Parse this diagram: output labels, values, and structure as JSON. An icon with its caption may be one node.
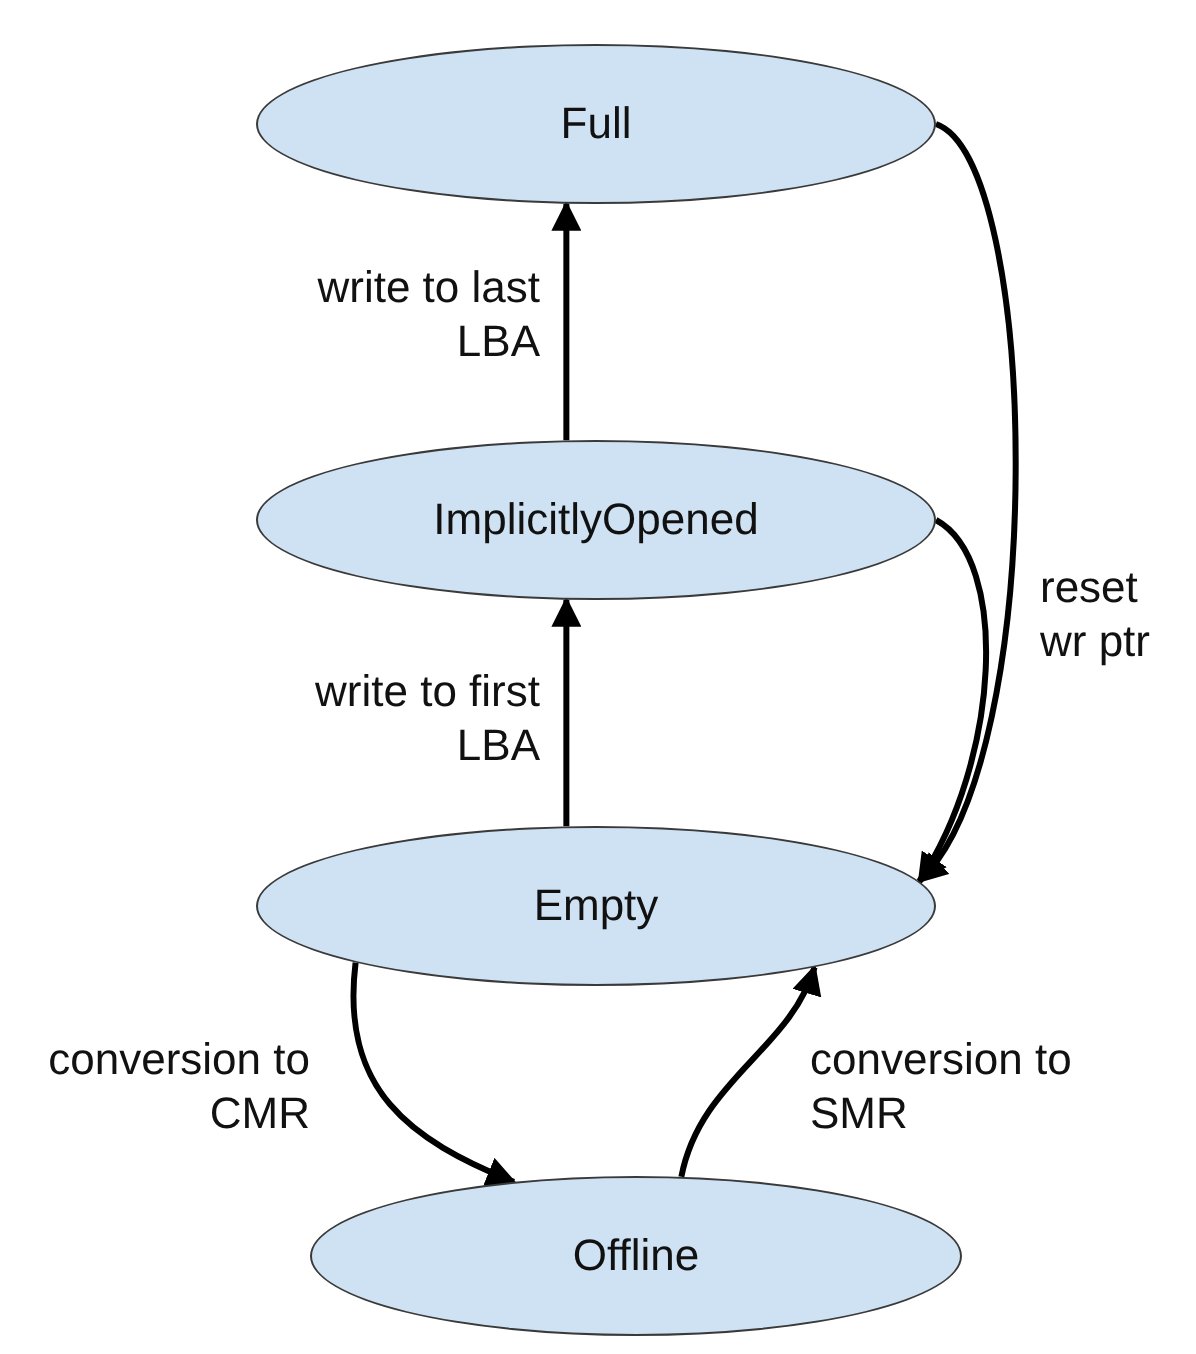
{
  "diagram": {
    "nodes": [
      {
        "text": [
          "Full"
        ]
      },
      {
        "text": [
          "ImplicitlyOpened"
        ]
      },
      {
        "text": [
          "Empty"
        ]
      },
      {
        "text": [
          "Offline"
        ]
      }
    ],
    "edges": [
      {
        "from": 2,
        "to": 1,
        "arrow": "to",
        "label": "write to first LBA"
      },
      {
        "from": 1,
        "to": 0,
        "arrow": "to",
        "label": "write to last LBA"
      },
      {
        "from": 0,
        "to": 2,
        "arrow": "to",
        "label": "reset wr ptr"
      },
      {
        "from": 1,
        "to": 2,
        "arrow": "to"
      },
      {
        "from": 2,
        "to": 3,
        "arrow": "to",
        "label": "conversion to CMR"
      },
      {
        "from": 3,
        "to": 2,
        "arrow": "to",
        "label": "conversion to SMR"
      }
    ]
  }
}
